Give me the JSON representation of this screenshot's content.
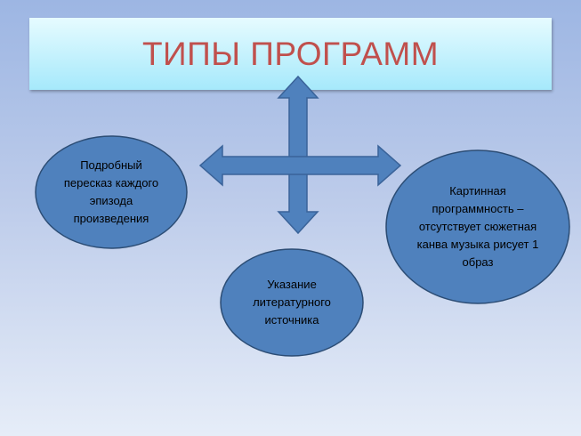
{
  "title": "ТИПЫ ПРОГРАММ",
  "colors": {
    "node_fill": "#4f81bd",
    "node_stroke": "#2c4d75",
    "title_text": "#c0504d"
  },
  "nodes": [
    {
      "text": "Подробный пересказ каждого эпизода произведения"
    },
    {
      "text": "Указание литературного источника"
    },
    {
      "text": "Картинная программность – отсутствует сюжетная канва музыка рисует 1 образ"
    }
  ]
}
